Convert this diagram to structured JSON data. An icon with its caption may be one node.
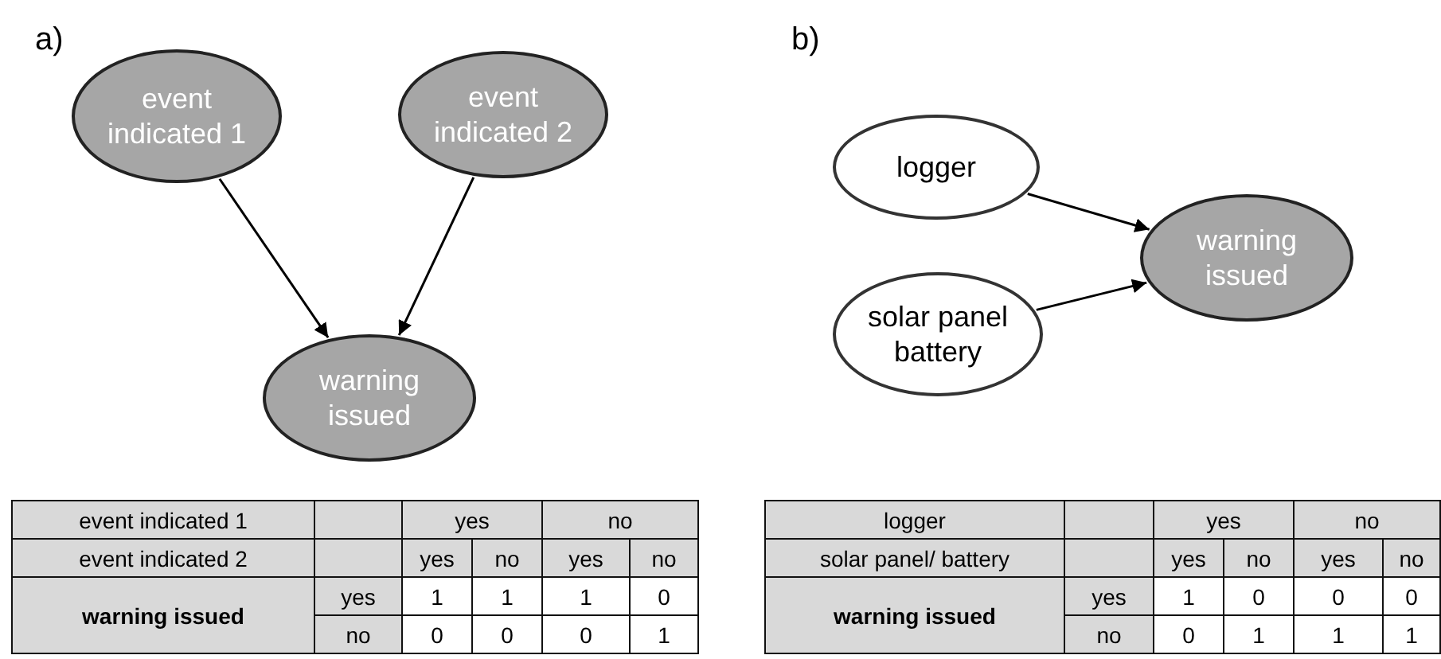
{
  "diagram": {
    "nodes": [
      {
        "text": [
          "event indicated 1"
        ]
      },
      {
        "text": [
          "event indicated 2"
        ]
      },
      {
        "text": [
          "warning issued"
        ]
      },
      {
        "text": [
          "logger"
        ]
      },
      {
        "text": [
          "warning issued"
        ]
      },
      {
        "text": [
          "solar panel battery"
        ]
      }
    ],
    "edges": [
      {
        "from": 0,
        "to": 2,
        "arrow": "to"
      },
      {
        "from": 1,
        "to": 2,
        "arrow": "to"
      },
      {
        "from": 3,
        "to": 4,
        "arrow": "to"
      },
      {
        "from": 5,
        "to": 4,
        "arrow": "to"
      }
    ],
    "labels": [
      "a)",
      "b)",
      "event indicated 1",
      "yes",
      "no",
      "event indicated 2",
      "yes",
      "no",
      "yes",
      "no",
      "warning issued",
      "yes",
      "1",
      "1",
      "1",
      "0",
      "no",
      "0",
      "0",
      "0",
      "1",
      "logger",
      "yes",
      "no",
      "solar panel/ battery",
      "yes",
      "no",
      "yes",
      "no",
      "warning issued",
      "yes",
      "1",
      "0",
      "0",
      "0",
      "no",
      "0",
      "1",
      "1",
      "1"
    ]
  }
}
